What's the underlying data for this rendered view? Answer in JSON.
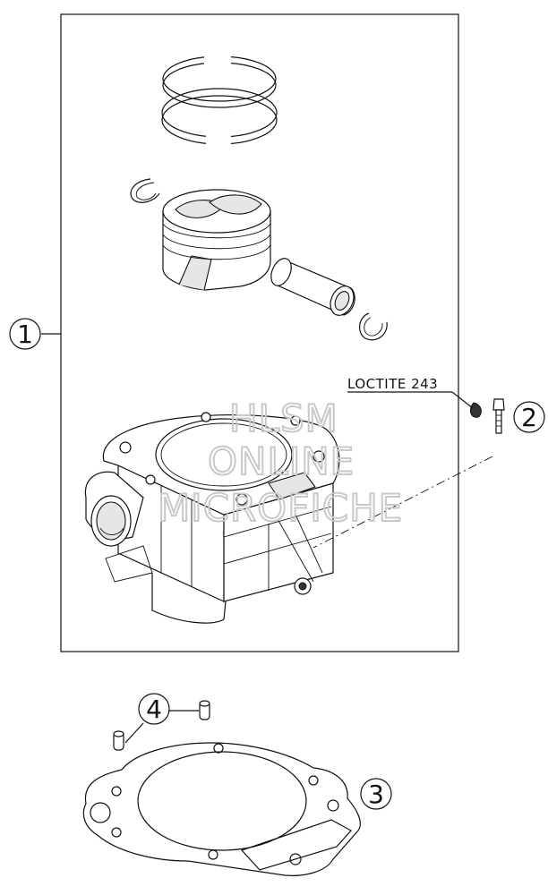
{
  "callouts": {
    "c1": "1",
    "c2": "2",
    "c3": "3",
    "c4": "4"
  },
  "note": "LOCTITE 243",
  "watermark": {
    "line1": "HLSM",
    "line2": "ONLINE",
    "line3": "MICROFICHE"
  }
}
